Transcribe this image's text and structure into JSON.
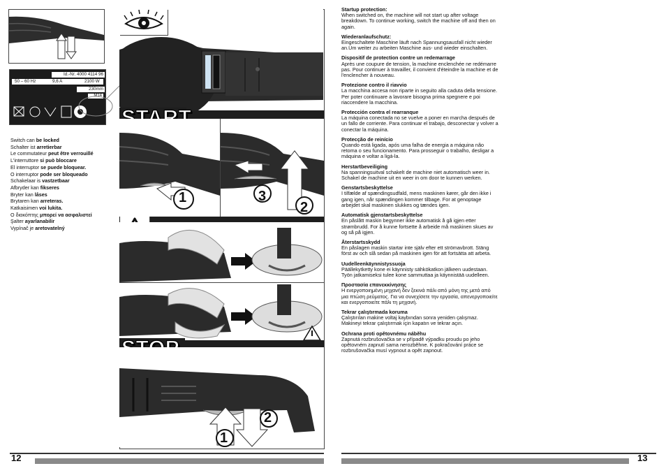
{
  "left_page": {
    "page_number": "12",
    "rating_plate": {
      "id_number": "Id.-Nr. 4000 4114 96",
      "frequency": "50 – 60 Hz",
      "current": "9,6 A",
      "power": "2100 W",
      "disc_diameter": "230mm",
      "spindle": "M14"
    },
    "lock_lines": [
      {
        "pre": "Switch can ",
        "bold": "be locked"
      },
      {
        "pre": "Schalter ist ",
        "bold": "arretierbar"
      },
      {
        "pre": "Le commutateur ",
        "bold": "peut être verrouillé"
      },
      {
        "pre": "L'interruttore ",
        "bold": "si può bloccare"
      },
      {
        "pre": "El interruptor ",
        "bold": "se puede bloquear."
      },
      {
        "pre": "O interruptor ",
        "bold": "pode ser bloqueado"
      },
      {
        "pre": "Schakelaar is ",
        "bold": "vastzetbaar"
      },
      {
        "pre": "Afbryder kan ",
        "bold": "fikseres"
      },
      {
        "pre": "Bryter kan ",
        "bold": "låses"
      },
      {
        "pre": "Brytaren kan ",
        "bold": "arreteras."
      },
      {
        "pre": "Katkaisimen ",
        "bold": "voi lukita."
      },
      {
        "pre": "Ο διακόπτης ",
        "bold": "μπορεί να ασφαλιστεί"
      },
      {
        "pre": "Şalter ",
        "bold": "ayarlanabilir"
      },
      {
        "pre": "Vypínač je ",
        "bold": "aretovatelný"
      }
    ],
    "start_label": "START",
    "stop_label": "STOP",
    "step_numbers": {
      "one": "1",
      "two": "2",
      "three": "3"
    }
  },
  "right_page": {
    "page_number": "13",
    "sections": [
      {
        "heading": "Startup protection:",
        "body": "When switched on, the machine will not start up after voltage breakdown. To continue working, switch the machine off and then on again."
      },
      {
        "heading": "Wiederanlaufschutz:",
        "body": "Eingeschaltete Maschine läuft nach Spannungsausfall nicht wieder an.Um weiter zu arbeiten Maschine aus- und wieder einschalten."
      },
      {
        "heading": "Dispositif de protection contre un redemarrage",
        "body": "Après une coupure de tension, la machine enclenchée ne redémarre pas. Pour continuer à travailler, il convient d'éteindre la machine et de l'enclencher à nouveau."
      },
      {
        "heading": "Protezione contro il riavvio",
        "body": "La macchina accesa non riparte in seguito alla caduta della tensione. Per poter continuare a lavorare bisogna prima spegnere e poi riaccendere la macchina."
      },
      {
        "heading": "Protección contra el rearranque",
        "body": "La máquina conectada no se vuelve a poner en marcha después de un fallo de corriente. Para continuar el trabajo, desconectar y volver a conectar la máquina."
      },
      {
        "heading": "Protecção de reinício",
        "body": "Quando está ligada, após uma falha de energia a máquina não retoma o seu funcionamento. Para prosseguir o trabalho, desligar a máquina e voltar a ligá-la."
      },
      {
        "heading": "Herstartbeveiliging",
        "body": "Na spanningsuitval schakelt de machine niet automatisch weer in. Schakel de machine uit en weer in om door te kunnen werken."
      },
      {
        "heading": "Genstartsbeskyttelse",
        "body": "I tilfælde af spændingsudfald, mens maskinen kører, går den ikke i gang igen, når spændingen kommer tilbage. For at genoptage arbejdet skal maskinen slukkes og tændes igen."
      },
      {
        "heading": "Automatisk gjenstartsbeskyttelse",
        "body": "En påslått maskin begynner ikke automatisk å gå igjen etter strømbrudd. For å kunne fortsette å arbeide må maskinen skues av og så på igjen."
      },
      {
        "heading": "Återstartsskydd",
        "body": "En påslagen maskin startar inte själv efter ett strömavbrott. Stäng först av och slå sedan på maskinen igen för att fortsätta att arbeta."
      },
      {
        "heading": "Uudelleenkäynnistyssuoja",
        "body": "Päällekytketty kone ei käynnisty sähkökatkon jälkeen uudestaan. Työn jatkamiseksi tulee kone sammuttaa ja käynnistää uudelleen."
      },
      {
        "heading": "Προστασία επανεκκίνησης",
        "body": "Η ενεργοποιημένη μηχανή δεν ξεκινά πάλι από μόνη της μετά από μια πτώση ρεύματος. Για να συνεχίσετε την εργασία, απενεργοποιείτε και ενεργοποιείτε πάλι τη μηχανή."
      },
      {
        "heading": "Tekrar çalıştırmada koruma",
        "body": "Çalıştırılan makine voltaj kaybından sonra yeniden çalışmaz. Makineyi tekrar çalıştırmak için kapatın ve tekrar açın."
      },
      {
        "heading": "Ochrana proti opětovnému náběhu",
        "body": "Zapnutá rozbrušovačka se v případě výpadku proudu po jeho opětovném zapnutí sama nerozběhne. K pokračování práce se rozbrušovačka musí vypnout a opět zapnout."
      }
    ]
  }
}
